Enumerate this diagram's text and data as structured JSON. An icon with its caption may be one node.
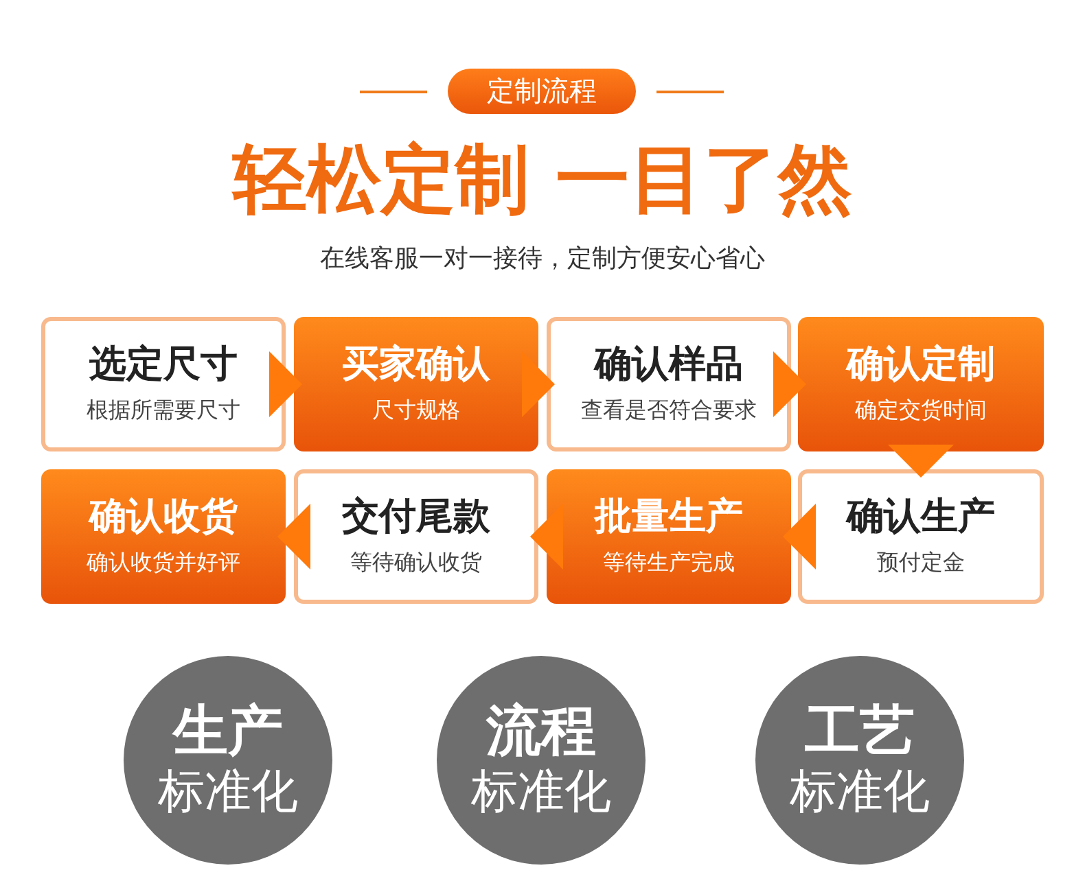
{
  "diagram": {
    "title": "轻松定制 一目了然",
    "nodes": [
      {
        "text": [
          "定制流程"
        ]
      },
      {
        "text": [
          "选定尺寸",
          "根据所需要尺寸"
        ]
      },
      {
        "text": [
          "买家确认",
          "尺寸规格"
        ]
      },
      {
        "text": [
          "确认样品",
          "查看是否符合要求"
        ]
      },
      {
        "text": [
          "确认定制",
          "确定交货时间"
        ]
      },
      {
        "text": [
          "确认收货",
          "确认收货并好评"
        ]
      },
      {
        "text": [
          "交付尾款",
          "等待确认收货"
        ]
      },
      {
        "text": [
          "批量生产",
          "等待生产完成"
        ]
      },
      {
        "text": [
          "确认生产",
          "预付定金"
        ]
      },
      {
        "text": [
          "生产",
          "标准化"
        ]
      },
      {
        "text": [
          "流程",
          "标准化"
        ]
      },
      {
        "text": [
          "工艺",
          "标准化"
        ]
      }
    ],
    "edges": [
      {
        "from": 1,
        "to": 2,
        "arrow": "to"
      },
      {
        "from": 2,
        "to": 3,
        "arrow": "to"
      },
      {
        "from": 3,
        "to": 4,
        "arrow": "to"
      },
      {
        "from": 4,
        "to": 8,
        "arrow": "to"
      },
      {
        "from": 8,
        "to": 7,
        "arrow": "to"
      },
      {
        "from": 7,
        "to": 6,
        "arrow": "to"
      },
      {
        "from": 6,
        "to": 5,
        "arrow": "to"
      }
    ],
    "labels": [
      "在线客服一对一接待，定制方便安心省心"
    ]
  }
}
